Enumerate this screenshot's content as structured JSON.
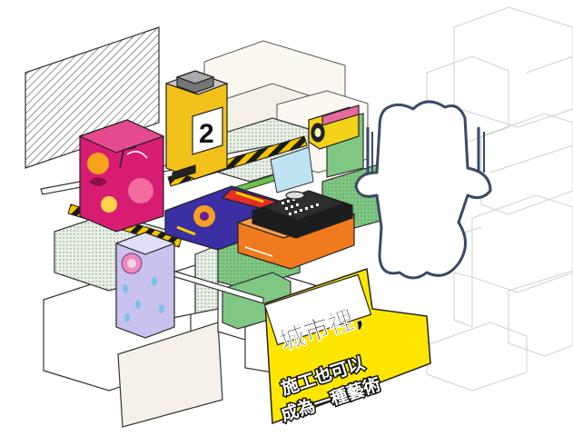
{
  "banner": {
    "line1": "城市裡,",
    "line2": "施工也可以",
    "line3": "成為一種藝術"
  },
  "box_number": "2",
  "colors": {
    "banner_yellow": "#ffe600",
    "outline": "#2b2b2b",
    "figure_outline": "#3a4a66",
    "green_panel": "#7fc783",
    "hazard_yellow": "#f5c400",
    "magenta_box": "#d81c74",
    "yellow_box": "#f2c21a",
    "lavender_box": "#c9c2ee",
    "orange_device": "#f07a1e",
    "faint_lines": "#c8c8c8"
  },
  "icons": [
    "figure-silhouette-icon",
    "hazard-stripe-bar",
    "number-box",
    "radio-device",
    "floral-box",
    "bottle-box",
    "flashlight-object",
    "printer-object"
  ]
}
